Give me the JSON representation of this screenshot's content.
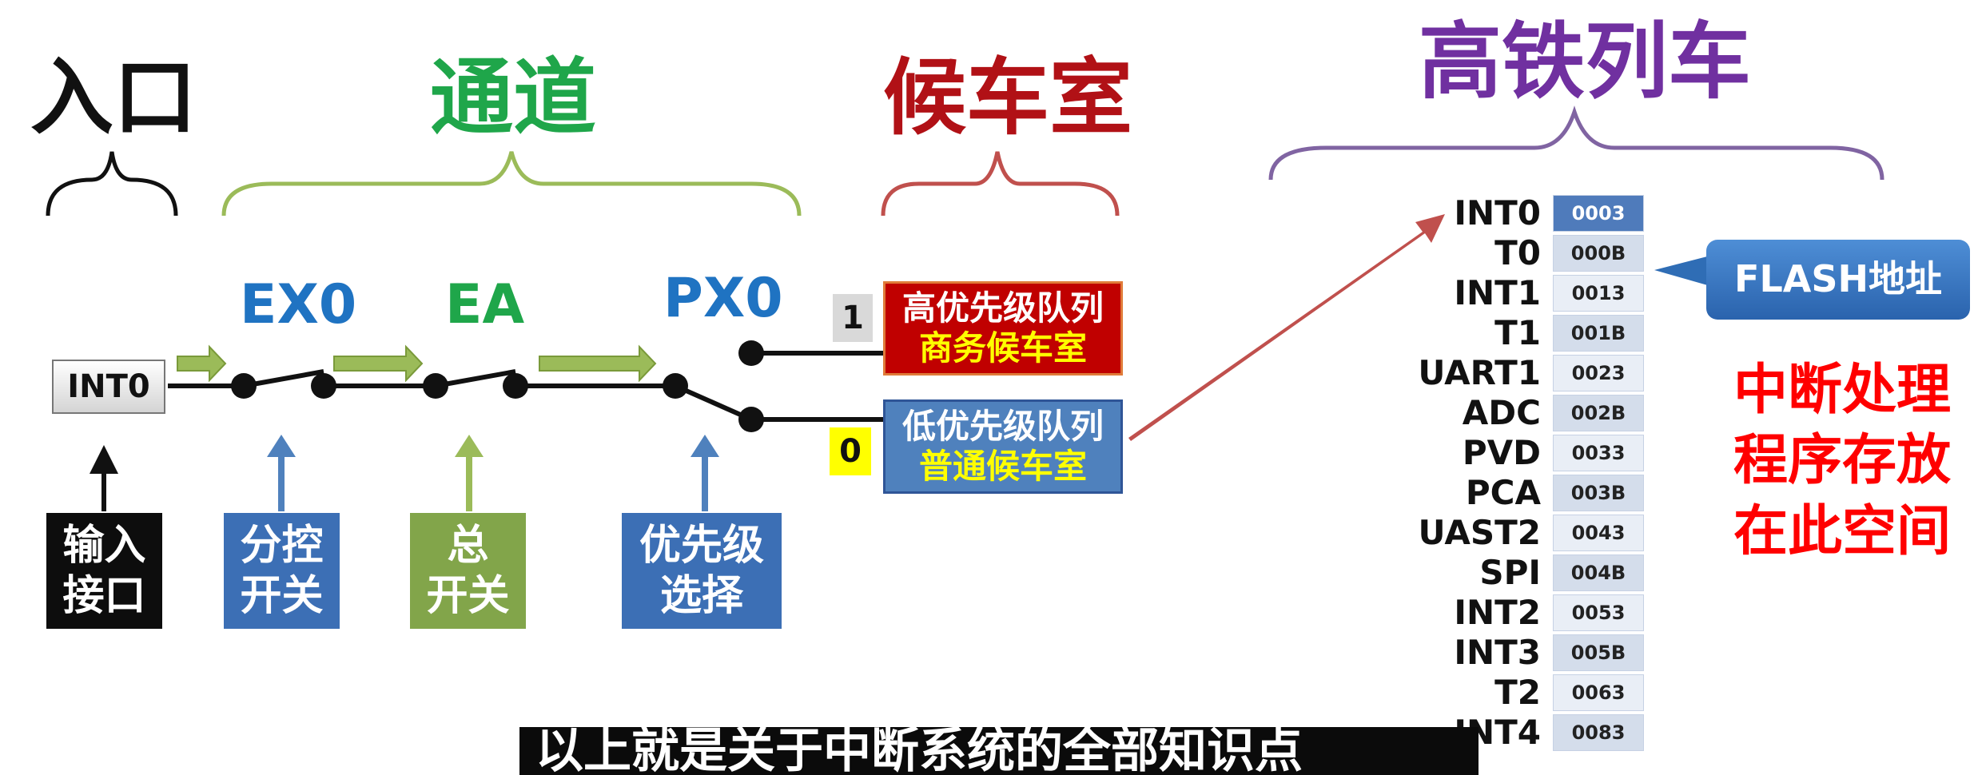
{
  "headers": {
    "entrance": "入口",
    "channel": "通道",
    "waiting_room": "候车室",
    "train": "高铁列车"
  },
  "input_label": "INT0",
  "switches": {
    "ex0": "EX0",
    "ea": "EA",
    "px0": "PX0"
  },
  "captions": {
    "input_port": [
      "输入",
      "接口"
    ],
    "sub_switch": [
      "分控",
      "开关"
    ],
    "main_switch": [
      "总",
      "开关"
    ],
    "priority_select": [
      "优先级",
      "选择"
    ]
  },
  "queues": {
    "high": {
      "line1": "高优先级队列",
      "line2": "商务候车室",
      "tag": "1"
    },
    "low": {
      "line1": "低优先级队列",
      "line2": "普通候车室",
      "tag": "0"
    }
  },
  "vector_table": [
    {
      "name": "INT0",
      "addr": "0003"
    },
    {
      "name": "T0",
      "addr": "000B"
    },
    {
      "name": "INT1",
      "addr": "0013"
    },
    {
      "name": "T1",
      "addr": "001B"
    },
    {
      "name": "UART1",
      "addr": "0023"
    },
    {
      "name": "ADC",
      "addr": "002B"
    },
    {
      "name": "PVD",
      "addr": "0033"
    },
    {
      "name": "PCA",
      "addr": "003B"
    },
    {
      "name": "UAST2",
      "addr": "0043"
    },
    {
      "name": "SPI",
      "addr": "004B"
    },
    {
      "name": "INT2",
      "addr": "0053"
    },
    {
      "name": "INT3",
      "addr": "005B"
    },
    {
      "name": "T2",
      "addr": "0063"
    },
    {
      "name": "INT4",
      "addr": "0083"
    }
  ],
  "flash_callout": "FLASH地址",
  "isr_note": [
    "中断处理",
    "程序存放",
    "在此空间"
  ],
  "subtitle": "以上就是关于中断系统的全部知识点",
  "colors": {
    "entrance": "#111111",
    "channel": "#1fa64a",
    "waiting_room": "#b11116",
    "train": "#7030a0",
    "ex0": "#1f73c2",
    "ea": "#1fa64a",
    "px0": "#1f73c2",
    "flow_arrow": "#9bbb59",
    "high_queue": "#c00000",
    "low_queue": "#4f81bd",
    "link_arrow": "#c0504d",
    "isr_note": "#ff0000"
  }
}
